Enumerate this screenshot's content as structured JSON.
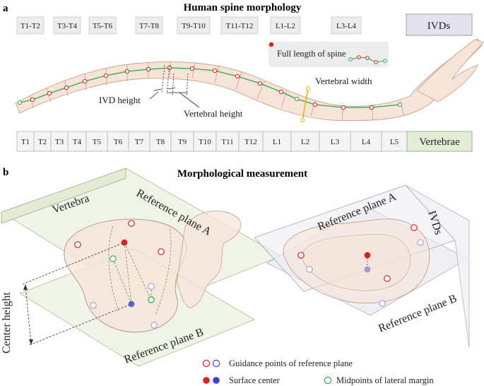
{
  "panel_a": {
    "letter": "a",
    "title": "Human spine morphology",
    "ivd_segments": [
      "T1-T2",
      "T3-T4",
      "T5-T6",
      "T7-T8",
      "T9-T10",
      "T11-T12",
      "L1-L2",
      "L3-L4"
    ],
    "ivd_header": "IVDs",
    "legend_label": "Full length of spine",
    "annotations": {
      "ivd_height": "IVD height",
      "vertebral_height": "Vertebral height",
      "vertebral_width": "Vertebral width"
    },
    "vertebrae": [
      "T1",
      "T2",
      "T3",
      "T4",
      "T5",
      "T6",
      "T7",
      "T8",
      "T9",
      "T10",
      "T11",
      "T12",
      "L1",
      "L2",
      "L3",
      "L4",
      "L5"
    ],
    "vertebrae_header": "Vertebrae"
  },
  "panel_b": {
    "letter": "b",
    "title": "Morphological measurement",
    "left": {
      "vertebra_label": "Vertebra",
      "plane_a": "Reference plane A",
      "plane_b": "Reference plane B",
      "center_height": "Center height"
    },
    "right": {
      "ivds_label": "IVDs",
      "plane_a": "Reference plane A",
      "plane_b": "Reference plane B"
    },
    "legend": {
      "guidance": "Guidance points of reference plane",
      "surface_center": "Surface center",
      "midpoints": "Midpoints of lateral margin"
    }
  },
  "colors": {
    "red": "#e02020",
    "blue_purple": "#3f3fd8",
    "light_purple": "#a895d8",
    "green": "#2ea84a",
    "bone": "#f6e4d8",
    "bone_stroke": "#c9a08a",
    "plane_green": "#eef3e4",
    "plane_gray": "#ededf2",
    "yellow": "#f0b400"
  }
}
